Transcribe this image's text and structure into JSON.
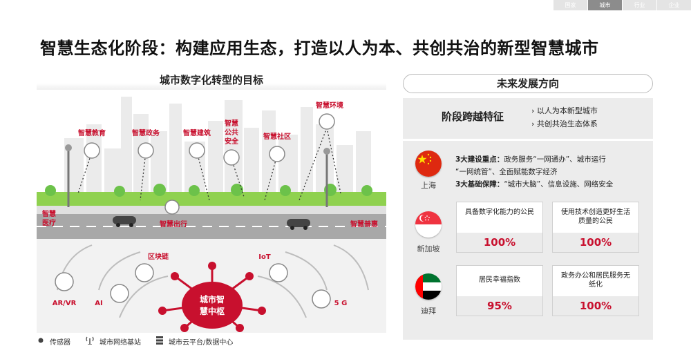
{
  "top_tabs": [
    {
      "label": "国家",
      "active": false
    },
    {
      "label": "城市",
      "active": true
    },
    {
      "label": "行业",
      "active": false
    },
    {
      "label": "企业",
      "active": false
    }
  ],
  "title": "智慧生态化阶段：构建应用生态，打造以人为本、共创共治的新型智慧城市",
  "left": {
    "header": "城市数字化转型的目标",
    "scene_labels": {
      "edu": "智慧教育",
      "gov": "智慧政务",
      "building": "智慧建筑",
      "safety": [
        "智慧",
        "公共",
        "安全"
      ],
      "community": "智慧社区",
      "env": "智慧环境",
      "medical": [
        "智慧",
        "医疗"
      ],
      "travel": "智慧出行",
      "welfare": "智慧普惠",
      "blockchain": "区块链",
      "iot": "IoT",
      "arvr": "AR/VR",
      "ai": "AI",
      "g5": "5 G",
      "hub": [
        "城市智",
        "慧中枢"
      ]
    },
    "legend": [
      {
        "icon": "sensor-icon",
        "label": "传感器"
      },
      {
        "icon": "base-station-icon",
        "label": "城市网络基站"
      },
      {
        "icon": "data-center-icon",
        "label": "城市云平台/数据中心"
      }
    ]
  },
  "right": {
    "header": "未来发展方向",
    "stage_title": "阶段跨越特征",
    "stage_points": [
      "以人为本新型城市",
      "共创共治生态体系"
    ],
    "shanghai": {
      "city": "上海",
      "line1_bold": "3大建设重点：",
      "line1_rest": "政务服务“一网通办”、城市运行",
      "line2": "“一网统管”、全面赋能数字经济",
      "line3_bold": "3大基础保障：",
      "line3_rest": "“城市大脑”、信息设施、网络安全"
    },
    "singapore": {
      "city": "新加坡",
      "cards": [
        {
          "label": "具备数字化能力的公民",
          "value": "100%"
        },
        {
          "label": "使用技术创造更好生活质量的公民",
          "value": "100%"
        }
      ]
    },
    "dubai": {
      "city": "迪拜",
      "cards": [
        {
          "label": "居民幸福指数",
          "value": "95%"
        },
        {
          "label": "政务办公和居民服务无纸化",
          "value": "100%"
        }
      ]
    }
  },
  "colors": {
    "accent_red": "#c8102e",
    "grass_green": "#8fd14f",
    "tree_green": "#6cc24a",
    "road_gray": "#a8a8a8",
    "panel_gray": "#ececec"
  }
}
